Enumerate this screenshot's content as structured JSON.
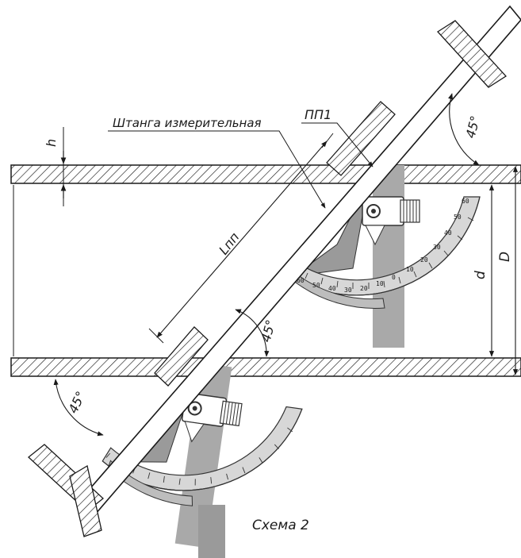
{
  "labels": {
    "rod": "Штанга измерительная",
    "transducer": "ПП1",
    "wall_thickness": "h",
    "rod_length": "Lпп",
    "inner_diameter": "d",
    "outer_diameter": "D",
    "angle_top_right": "45°",
    "angle_middle": "45°",
    "angle_bottom_left": "45°",
    "scheme": "Схема 2"
  },
  "scale_numbers": [
    "60",
    "50",
    "40",
    "30",
    "20",
    "10",
    "0",
    "10",
    "20",
    "30",
    "40",
    "50",
    "60"
  ],
  "colors": {
    "line": "#1a1a1a",
    "device_gray": "#a9a9a9",
    "dark_gray": "#6e6e6e",
    "background": "#ffffff"
  }
}
